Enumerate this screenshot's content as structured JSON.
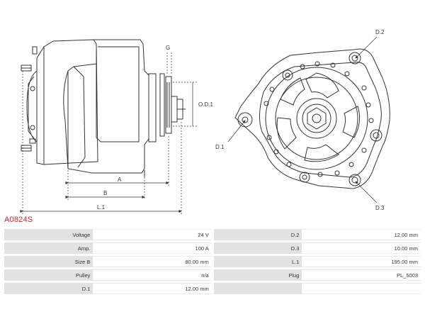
{
  "part_number": "A0824S",
  "labels": {
    "g": "G",
    "od1": "O.D.1",
    "a": "A",
    "b": "B",
    "l1": "L.1",
    "d1": "D.1",
    "d2": "D.2",
    "d3": "D.3"
  },
  "specs": [
    {
      "left_label": "Voltage",
      "left_value": "24 V",
      "right_label": "D.2",
      "right_value": "12.00 mm"
    },
    {
      "left_label": "Amp.",
      "left_value": "100 A",
      "right_label": "D.3",
      "right_value": "10.00 mm"
    },
    {
      "left_label": "Size B",
      "left_value": "80.00 mm",
      "right_label": "L.1",
      "right_value": "195.00 mm"
    },
    {
      "left_label": "Pulley",
      "left_value": "n/a",
      "right_label": "Plug",
      "right_value": "PL_5003"
    },
    {
      "left_label": "D.1",
      "left_value": "12.00 mm",
      "right_label": "",
      "right_value": ""
    }
  ]
}
